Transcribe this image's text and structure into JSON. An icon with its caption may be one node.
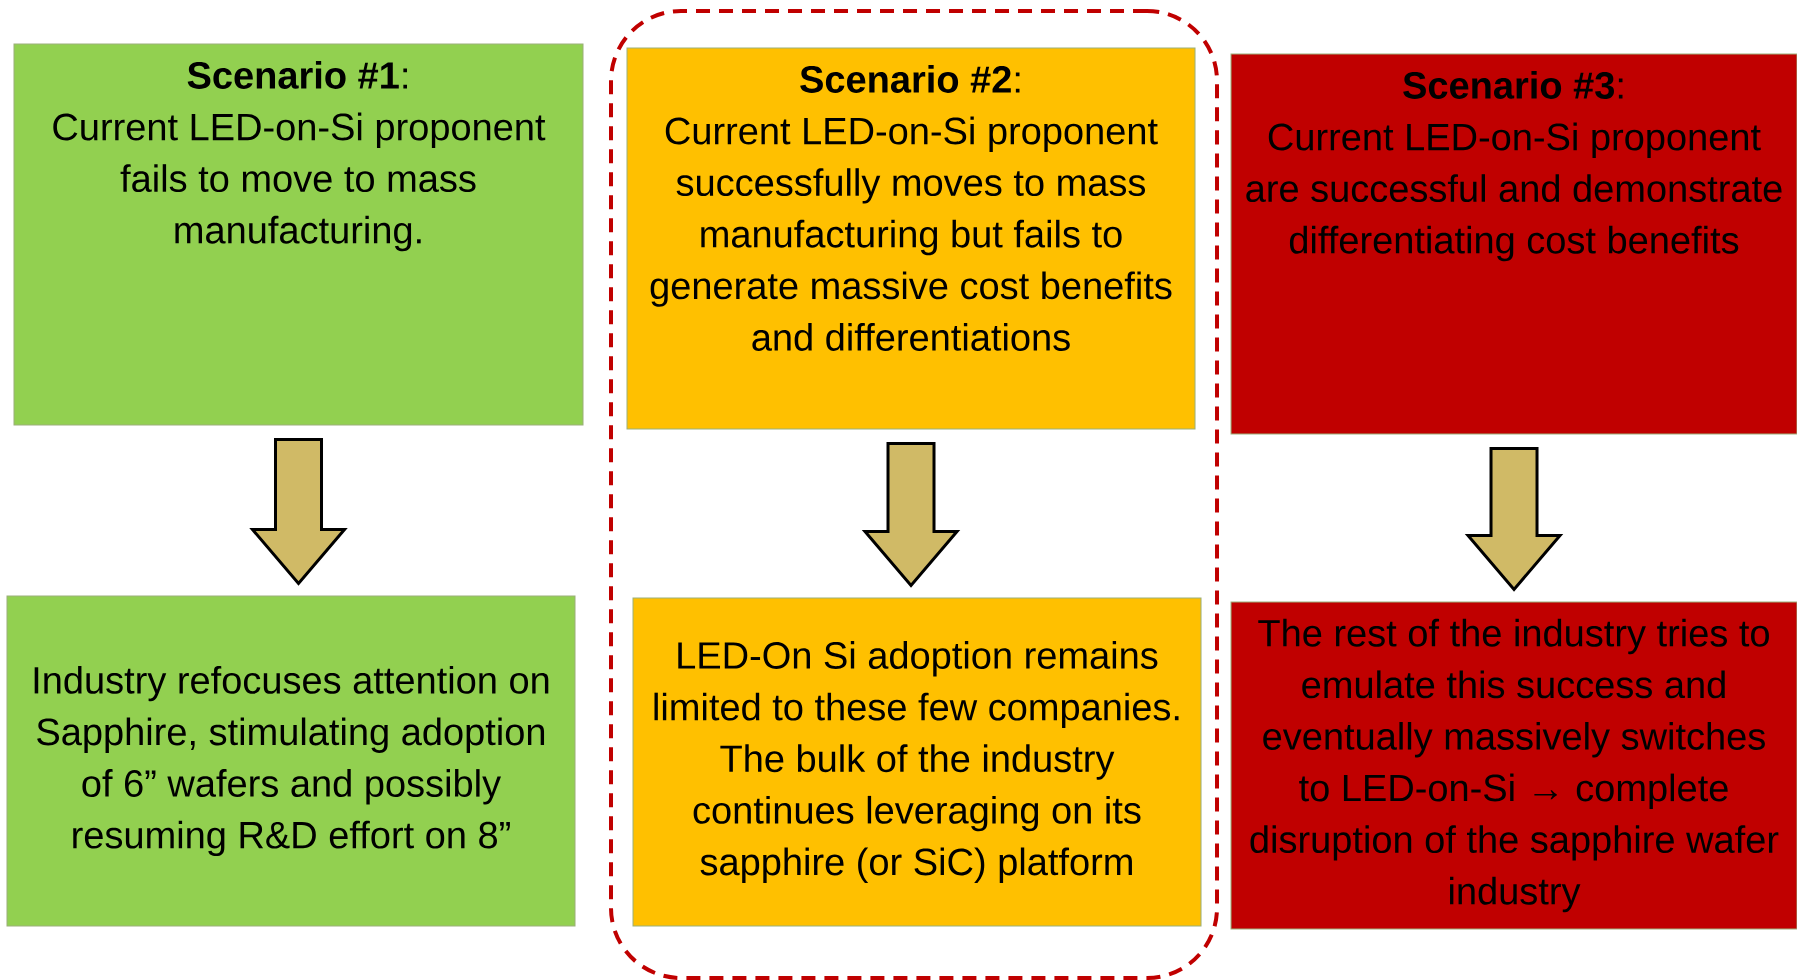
{
  "diagram": {
    "nodes": [
      {
        "text": [
          "**Scenario #1**:",
          "Current LED-on-Si proponent fails to move to mass manufacturing."
        ]
      },
      {
        "text": [
          "Industry refocuses attention on Sapphire, stimulating adoption of 6” wafers and possibly resuming R&D effort on 8”"
        ]
      },
      {
        "text": [],
        "shape": "box"
      },
      {
        "text": [
          "**Scenario #2**:",
          "Current LED-on-Si proponent successfully moves to mass manufacturing but fails to generate massive cost benefits and differentiations"
        ],
        "in": 2
      },
      {
        "text": [
          "LED-On Si adoption remains limited to these few companies. The bulk of the industry continues leveraging on its sapphire (or SiC) platform"
        ],
        "in": 2
      },
      {
        "text": [
          "**Scenario #3**:",
          "Current LED-on-Si proponent are successful and demonstrate differentiating cost benefits"
        ]
      },
      {
        "text": [
          "The rest of the industry tries to emulate this success and eventually massively switches to LED-on-Si → complete disruption of the sapphire wafer industry"
        ]
      }
    ],
    "edges": [
      {
        "from": 0,
        "to": 1,
        "arrow": "to"
      },
      {
        "from": 3,
        "to": 4,
        "arrow": "to"
      },
      {
        "from": 5,
        "to": 6,
        "arrow": "to"
      }
    ]
  }
}
